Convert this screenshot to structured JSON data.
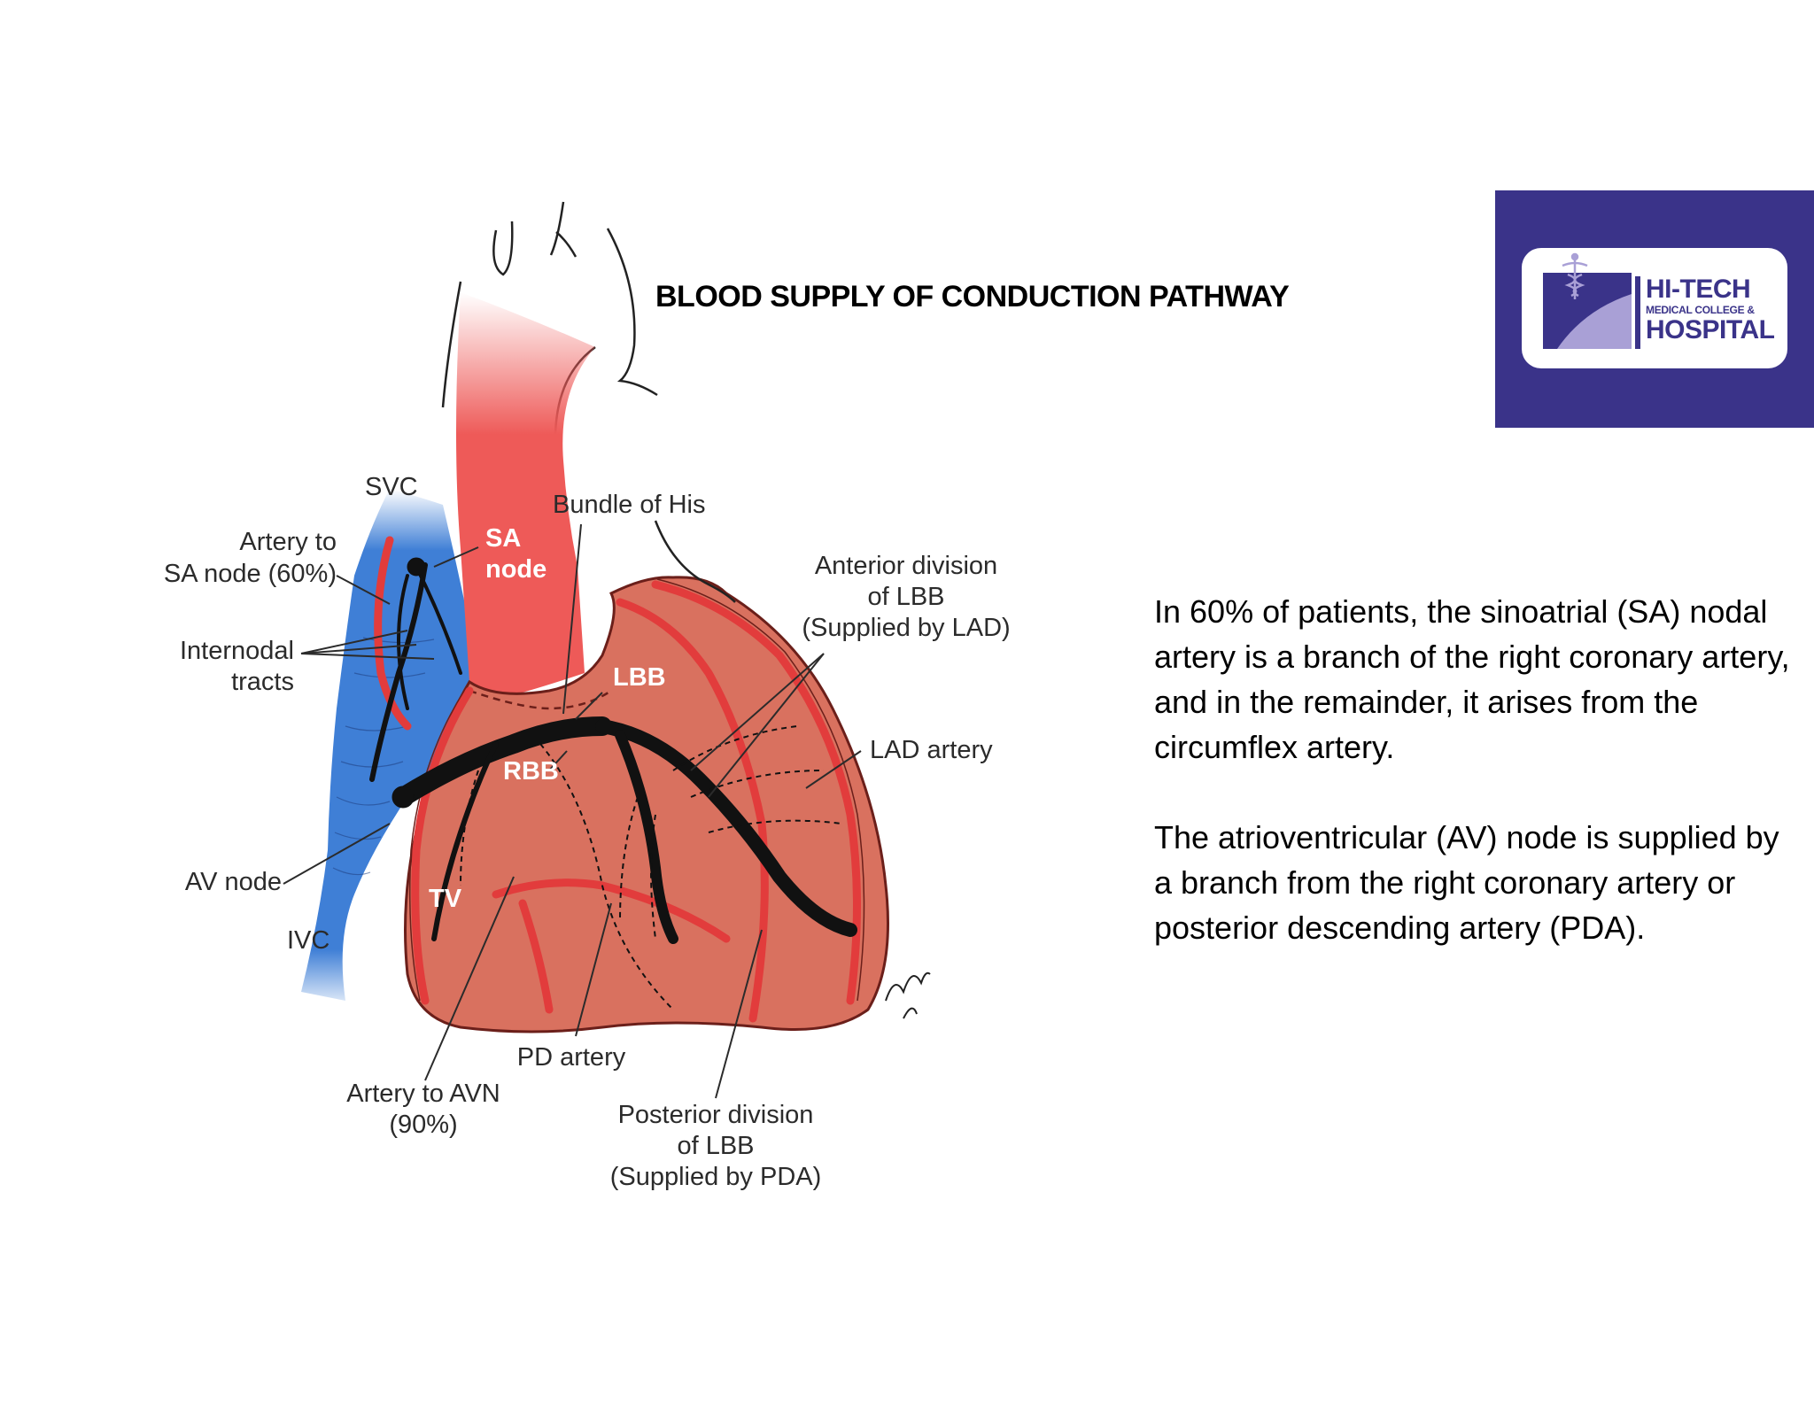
{
  "slide": {
    "title": "BLOOD SUPPLY OF CONDUCTION PATHWAY",
    "paragraphs": [
      "In 60% of patients, the sinoatrial (SA) nodal artery is a branch of the right coronary artery, and in the remainder, it arises from the circumflex artery.",
      "The atrioventricular (AV) node is supplied by a branch from the right coronary artery or posterior descending artery (PDA)."
    ]
  },
  "logo": {
    "line1": "HI-TECH",
    "line2": "MEDICAL COLLEGE &",
    "line3": "HOSPITAL",
    "icon": "caduceus-icon",
    "colors": {
      "background": "#3a3389",
      "accent": "#a9a0d6"
    }
  },
  "diagram": {
    "labels": {
      "svc": "SVC",
      "artery_sa_1": "Artery to",
      "artery_sa_2": "SA node (60%)",
      "sa_node_1": "SA",
      "sa_node_2": "node",
      "bundle_his": "Bundle of His",
      "anterior_1": "Anterior division",
      "anterior_2": "of LBB",
      "anterior_3": "(Supplied by LAD)",
      "internodal_1": "Internodal",
      "internodal_2": "tracts",
      "lbb": "LBB",
      "rbb": "RBB",
      "lad": "LAD artery",
      "av_node": "AV node",
      "tv": "TV",
      "ivc": "IVC",
      "pd_artery": "PD artery",
      "artery_avn_1": "Artery to AVN",
      "artery_avn_2": "(90%)",
      "posterior_1": "Posterior division",
      "posterior_2": "of LBB",
      "posterior_3": "(Supplied by PDA)"
    },
    "colors": {
      "heart": "#d9715f",
      "aorta": "#ee5a58",
      "vena_cava": "#3f7fd6",
      "artery": "#e23c3c",
      "conduction": "#111111"
    }
  }
}
